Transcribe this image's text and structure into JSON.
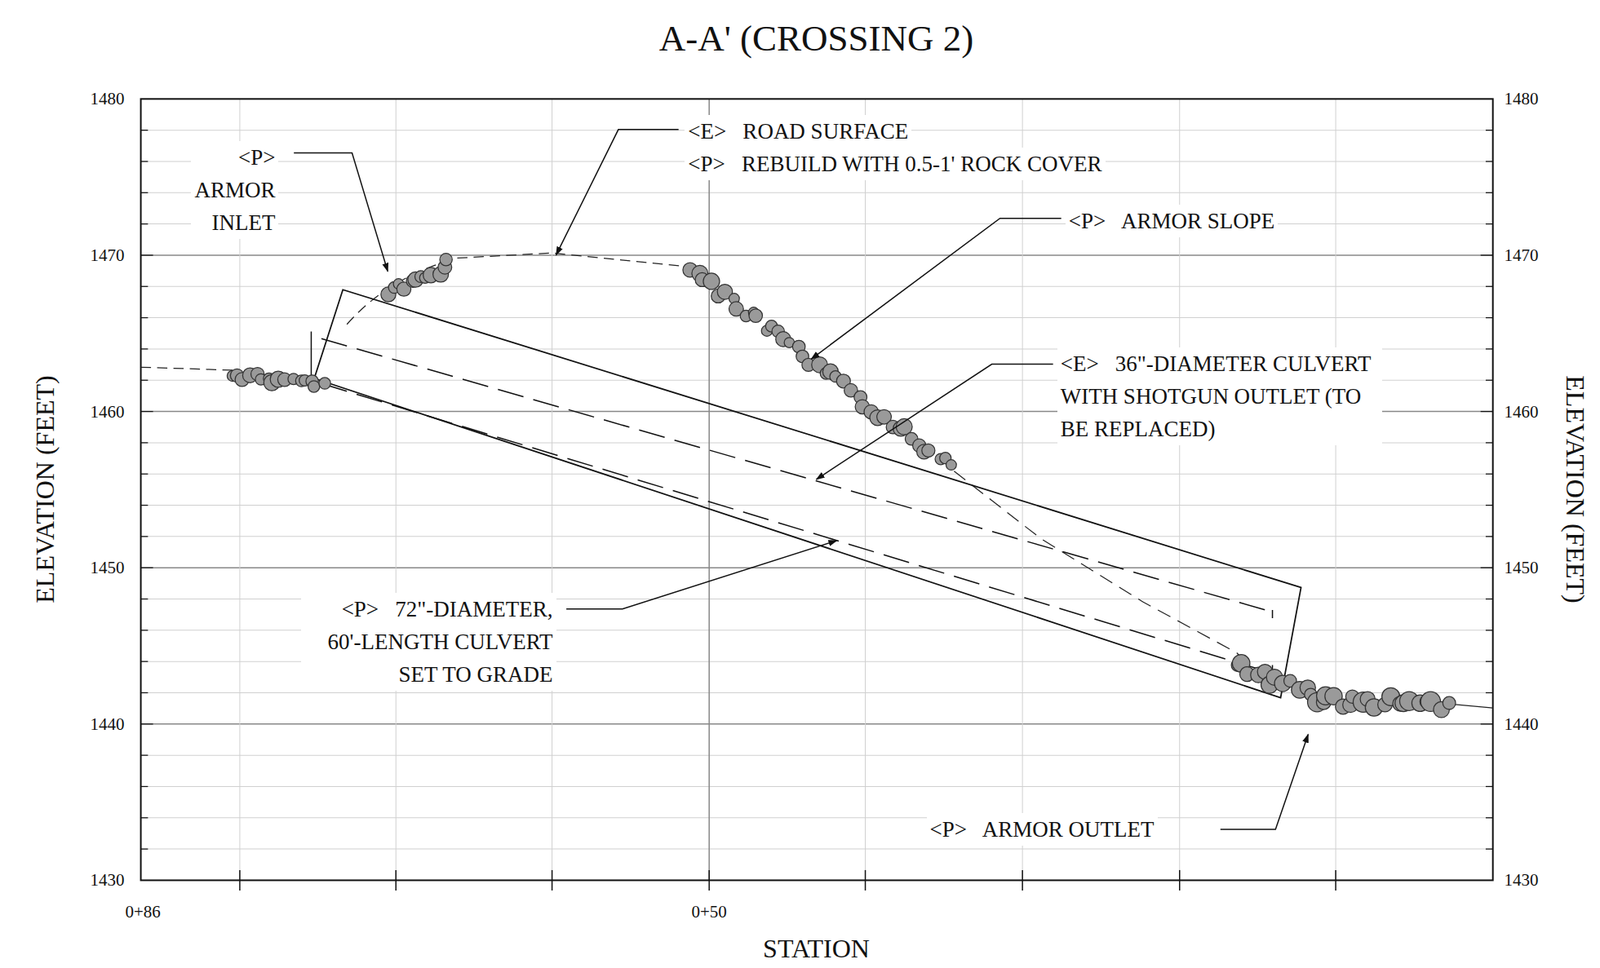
{
  "diagram": {
    "title": "A-A' (CROSSING 2)",
    "labels": [
      "<P> ARMOR INLET",
      "<E>   ROAD SURFACE",
      "<P>   REBUILD WITH 0.5-1' ROCK COVER",
      "<P>   ARMOR SLOPE",
      "<E>   36\"-DIAMETER CULVERT WITH SHOTGUN OUTLET (TO BE REPLACED)",
      "<P>   72\"-DIAMETER, 60'-LENGTH CULVERT SET TO GRADE",
      "<P>   ARMOR OUTLET",
      "1480",
      "1470",
      "1460",
      "1450",
      "1440",
      "1430",
      "1480",
      "1470",
      "1460",
      "1450",
      "1440",
      "1430",
      "0+86",
      "0+50",
      "STATION",
      "ELEVATION (FEET)",
      "ELEVATION (FEET)"
    ]
  }
}
